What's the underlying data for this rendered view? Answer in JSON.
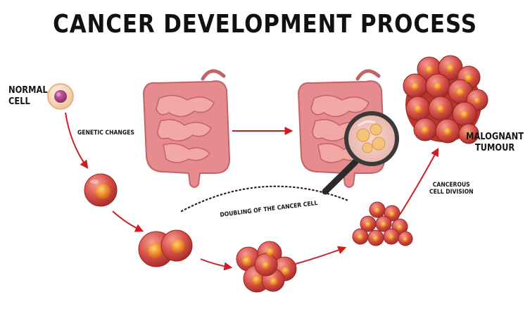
{
  "title": "CANCER DEVELOPMENT PROCESS",
  "labels": {
    "normal_cell_line1": "NORMAL",
    "normal_cell_line2": "CELL",
    "genetic_changes": "GENETIC CHANGES",
    "doubling": "DOUBLING OF THE CANCER CELL",
    "cancerous_line1": "CANCEROUS",
    "cancerous_line2": "CELL DIVISION",
    "malignant_line1": "MALOGNANT",
    "malignant_line2": "TUMOUR"
  },
  "colors": {
    "arrow": "#cc1e23",
    "cell_body": "#d85048",
    "cell_nucleus": "#f08a2a",
    "normal_cell": "#f7d7b5",
    "normal_nucleus": "#a0357e",
    "intestine": "#e5868a",
    "title": "#111111"
  }
}
